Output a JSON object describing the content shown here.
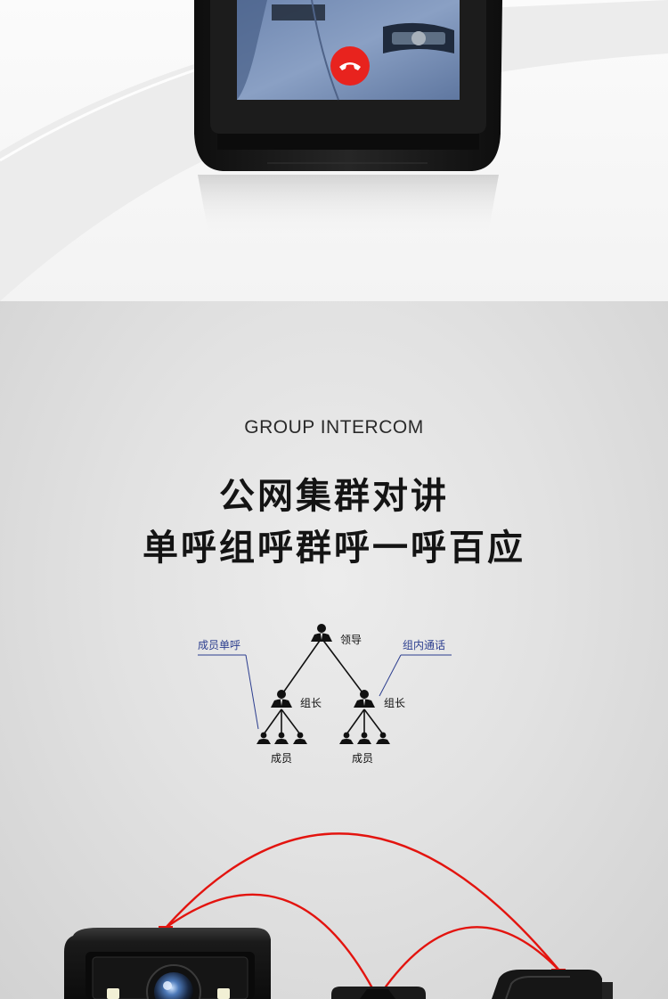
{
  "phone_call": {
    "hangup_icon": "phone-hangup-icon"
  },
  "intercom": {
    "eyebrow": "GROUP INTERCOM",
    "headline_line1": "公网集群对讲",
    "headline_line2": "单呼组呼群呼一呼百应"
  },
  "org_chart": {
    "leader_label": "领导",
    "group_leader_label": "组长",
    "member_label": "成员",
    "annotation_left": "成员单呼",
    "annotation_right": "组内通话",
    "annotation_color": "#2c3e8f",
    "person_icon": "person-silhouette-icon"
  },
  "colors": {
    "call_red": "#e8231e",
    "link_red": "#e3140f",
    "device_black": "#161616"
  }
}
